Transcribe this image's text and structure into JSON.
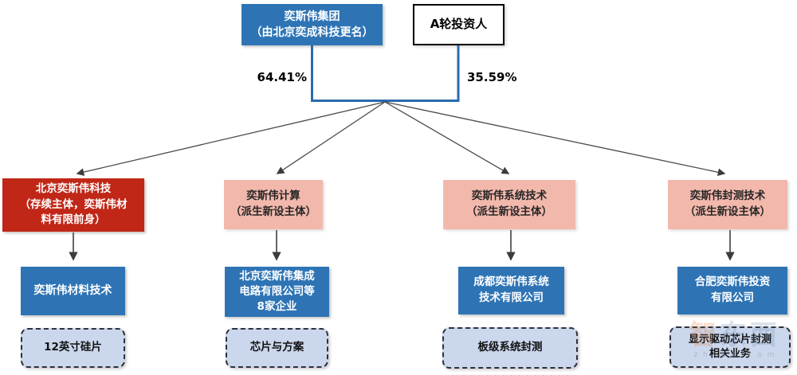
{
  "top": {
    "group_box": "奕斯伟集团\n（由北京奕成科技更名）",
    "investor_box": "A轮投资人",
    "left_share": "64.41%",
    "right_share": "35.59%"
  },
  "branches": [
    {
      "entity": "北京奕斯伟科技\n（存续主体，奕斯伟材\n料有限前身）",
      "company": "奕斯伟材料技术",
      "business": "12英寸硅片"
    },
    {
      "entity": "奕斯伟计算\n（派生新设主体）",
      "company": "北京奕斯伟集成\n电路有限公司等\n8家企业",
      "business": "芯片与方案"
    },
    {
      "entity": "奕斯伟系统技术\n（派生新设主体）",
      "company": "成都奕斯伟系统\n技术有限公司",
      "business": "板级系统封测"
    },
    {
      "entity": "奕斯伟封测技术\n（派生新设主体）",
      "company": "合肥奕斯伟投资\n有限公司",
      "business": "显示驱动芯片封测\n相关业务"
    }
  ],
  "watermark": {
    "logo_char_0": "智",
    "logo_char_1": "东",
    "logo_char_2": "西",
    "domain_text": "z h i d x . c o m"
  },
  "colors": {
    "parent_blue": "#2E74B5",
    "connector_blue": "#2A6BB0",
    "surviving_red": "#C02717",
    "spinoff_pink": "#F3B8AC",
    "business_fill": "#CBD7ED",
    "dash_border": "#2F3138",
    "arrow": "#404040"
  }
}
